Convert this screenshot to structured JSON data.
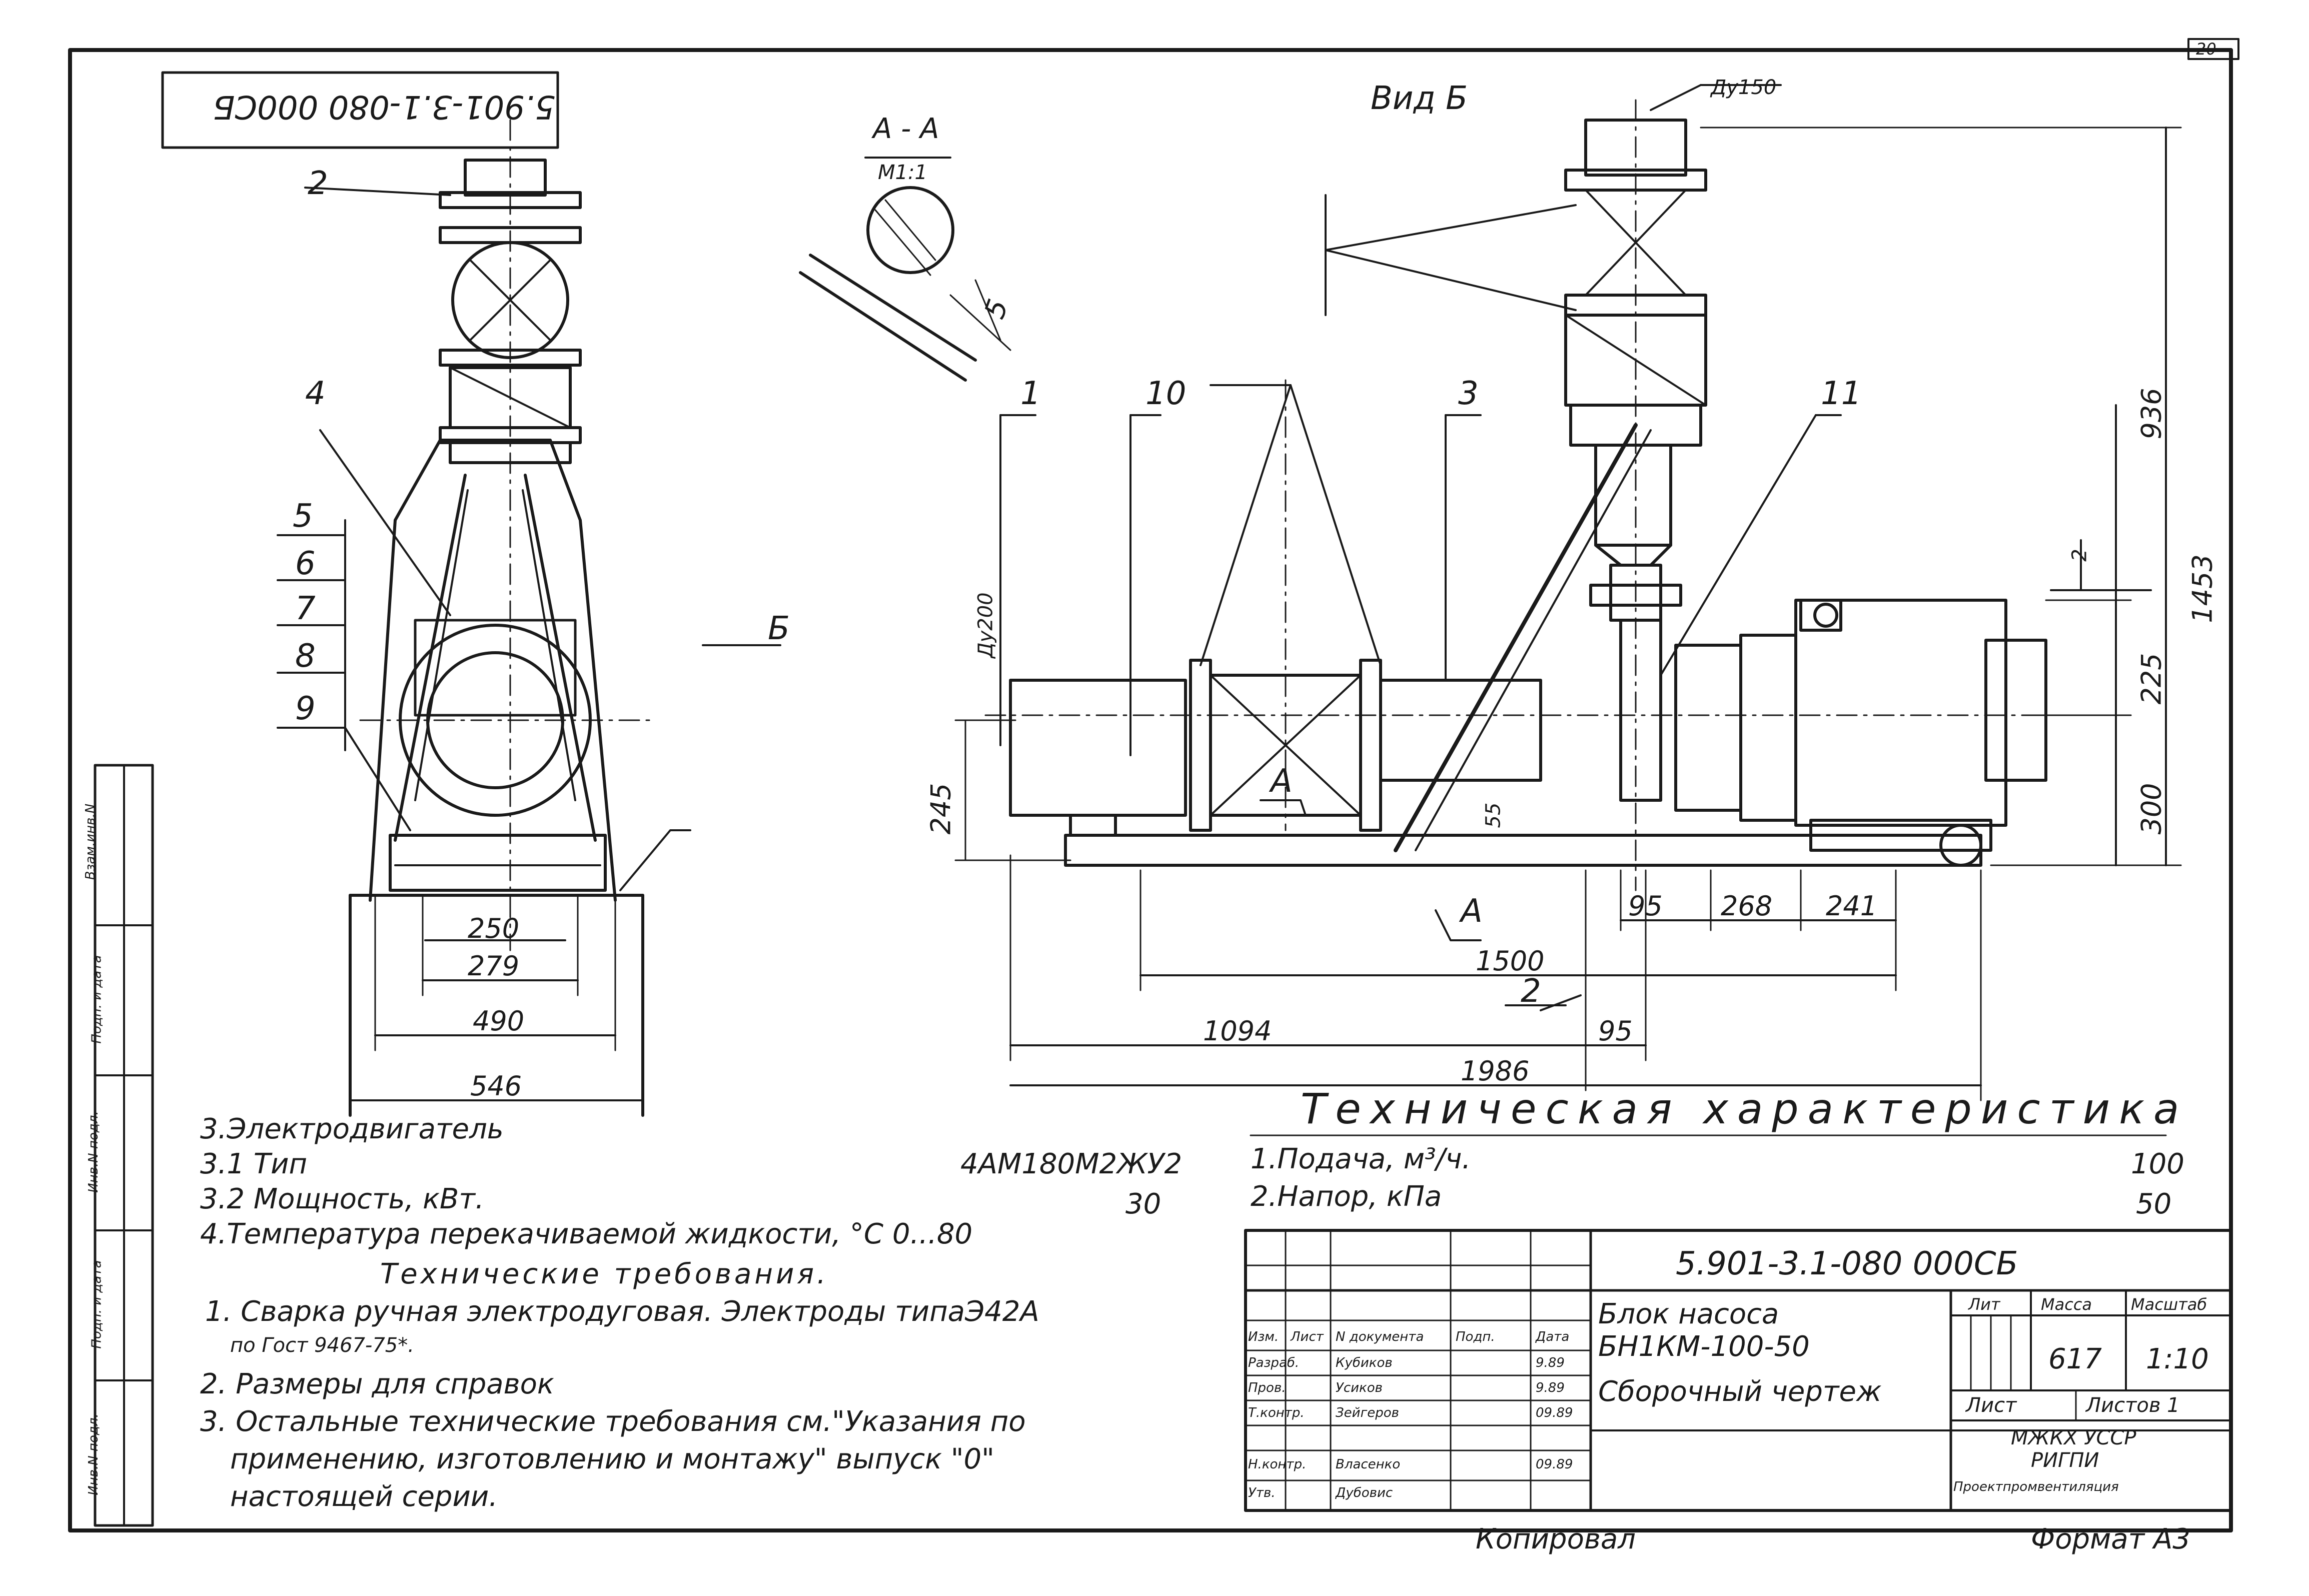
{
  "sheet": {
    "page_number": "20",
    "stamp_code_rotated": "5.901-3.1-080 000CБ",
    "format": "Формат А3",
    "copied": "Копировал"
  },
  "views": {
    "section_aa_title": "А - А",
    "section_aa_scale": "М1:1",
    "view_b_title": "Вид Б",
    "weld_leg": "5",
    "view_b_marker": "Б",
    "section_a_marker_1": "А",
    "section_a_marker_2": "А"
  },
  "callouts": {
    "c1": "1",
    "c2": "2",
    "c3": "3",
    "c4": "4",
    "c5": "5",
    "c6": "6",
    "c7": "7",
    "c8": "8",
    "c9": "9",
    "c10": "10",
    "c11": "11"
  },
  "dimensions": {
    "d250": "250",
    "d279": "279",
    "d490": "490",
    "d546": "546",
    "d245": "245",
    "d55": "55",
    "d95a": "95",
    "d268": "268",
    "d241": "241",
    "d1500": "1500",
    "d2a": "2",
    "d1094": "1094",
    "d95b": "95",
    "d1986": "1986",
    "d936": "936",
    "d1453": "1453",
    "d225": "225",
    "d300": "300",
    "d2b": "2",
    "du150": "Ду150",
    "du200": "Ду200"
  },
  "motor_spec": {
    "heading": "3.Электродвигатель",
    "type_label": "3.1 Тип",
    "type_value": "4АМ180М2ЖУ2",
    "power_label": "3.2 Мощность, кВт.",
    "power_value": "30",
    "temp_line": "4.Температура перекачиваемой жидкости, °С 0...80"
  },
  "tech_characteristics": {
    "heading": "Техническая характеристика",
    "flow_label": "1.Подача, м³/ч.",
    "flow_value": "100",
    "head_label": "2.Напор, кПа",
    "head_value": "50"
  },
  "tech_requirements": {
    "heading": "Технические требования.",
    "r1_line1": "1. Сварка ручная электродуговая. Электроды типаЭ42А",
    "r1_line2": "по Гост 9467-75*.",
    "r2": "2. Размеры для справок",
    "r3_line1": "3. Остальные технические требования см.\"Указания по",
    "r3_line2": "применению, изготовлению и монтажу\" выпуск \"0\"",
    "r3_line3": "настоящей серии."
  },
  "title_block": {
    "code": "5.901-3.1-080 000СБ",
    "name_line1": "Блок насоса",
    "name_line2": "БН1КМ-100-50",
    "name_line3": "Сборочный чертеж",
    "lit_header": "Лит",
    "mass_header": "Масса",
    "scale_header": "Масштаб",
    "mass_value": "617",
    "scale_value": "1:10",
    "sheet_label": "Лист",
    "sheets_label": "Листов 1",
    "org_line1": "МЖКХ УССР",
    "org_line2": "РИГПИ",
    "org_line3": "Проектпромвентиляция",
    "col_izm": "Изм.",
    "col_list": "Лист",
    "col_doc": "N документа",
    "col_sign": "Подп.",
    "col_date": "Дата",
    "role_1": "Разраб.",
    "role_2": "Пров.",
    "role_3": "Т.контр.",
    "role_4": "Н.контр.",
    "role_5": "Утв.",
    "name_1": "Кубиков",
    "name_2": "Усиков",
    "name_3": "Зейгеров",
    "name_4": "Власенко",
    "name_5": "Дубовис",
    "date_1": "9.89",
    "date_2": "9.89",
    "date_3": "09.89",
    "date_4": "09.89",
    "date_5": ""
  },
  "side_stamp": {
    "f1": "Взам.инв.N",
    "f2": "Подп. и дата",
    "f3": "Инв.N подл.",
    "f4": "Подп. и дата",
    "f5": "Инв.N подл."
  }
}
